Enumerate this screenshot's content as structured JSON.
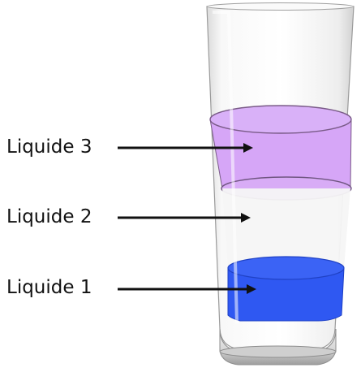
{
  "diagram": {
    "labels": [
      {
        "id": "liquid-3",
        "text": "Liquide 3"
      },
      {
        "id": "liquid-2",
        "text": "Liquide 2"
      },
      {
        "id": "liquid-1",
        "text": "Liquide 1"
      }
    ],
    "colors": {
      "liquid_3": "#d6a6f7",
      "liquid_2": "#f5f5f5",
      "liquid_1": "#2f58f2",
      "glass_outline": "#9a9a9a",
      "arrow": "#111111"
    }
  }
}
